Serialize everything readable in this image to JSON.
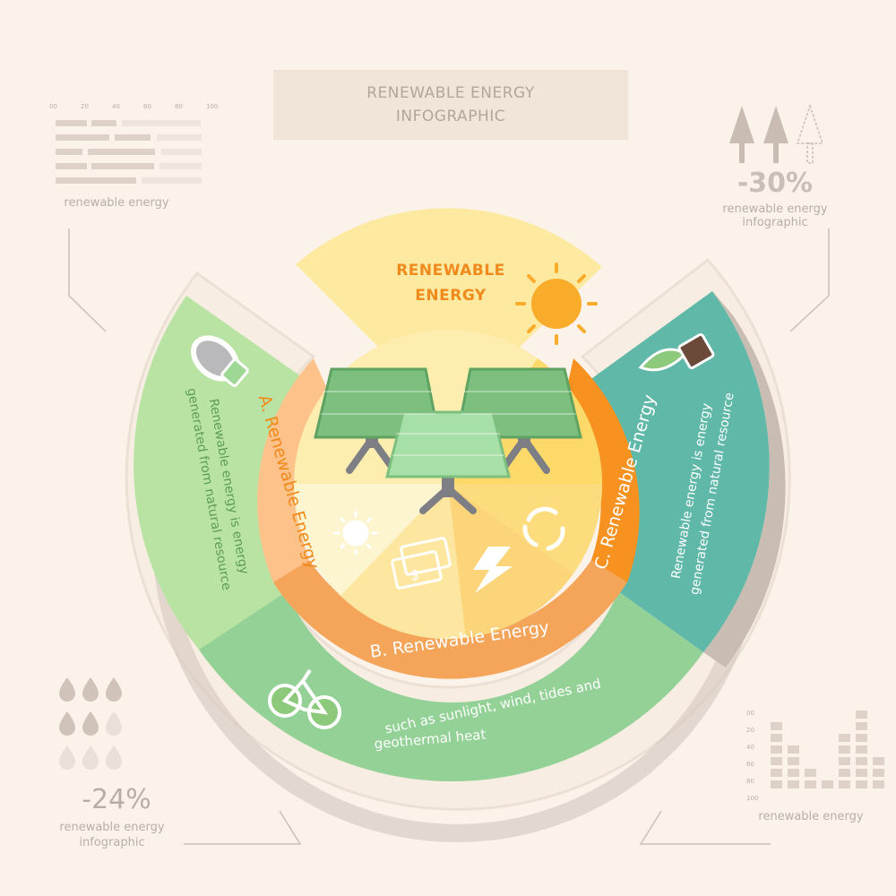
{
  "header": {
    "line1": "RENEWABLE ENERGY",
    "line2": "INFOGRAPHIC"
  },
  "center": {
    "line1": "RENEWABLE",
    "line2": "ENERGY"
  },
  "segments": {
    "a": {
      "label": "A. Renewable Energy",
      "desc1": "Renewable energy is energy",
      "desc2": "generated from natural resource"
    },
    "b": {
      "label": "B. Renewable Energy",
      "desc1": "such as sunlight, wind, tides and",
      "desc2": "geothermal heat"
    },
    "c": {
      "label": "C. Renewable Energy",
      "desc1": "Renewable energy is energy",
      "desc2": "generated from natural resource"
    }
  },
  "top_left": {
    "ticks": [
      "00",
      "20",
      "40",
      "60",
      "80",
      "100"
    ],
    "caption": "renewable energy"
  },
  "top_right": {
    "value": "-30%",
    "caption1": "renewable energy",
    "caption2": "infographic"
  },
  "bottom_left": {
    "value": "-24%",
    "caption1": "renewable energy",
    "caption2": "infographic"
  },
  "bottom_right": {
    "ticks": [
      "00",
      "20",
      "40",
      "60",
      "80",
      "100"
    ],
    "caption": "renewable energy",
    "bars": [
      6,
      4,
      2,
      1,
      5,
      7,
      3
    ]
  },
  "colors": {
    "green": "#b9e3a3",
    "teal": "#5fb8a8",
    "orange": "#f5a55a",
    "yellow": "#fde9a0",
    "sun": "#f9ab2a"
  }
}
